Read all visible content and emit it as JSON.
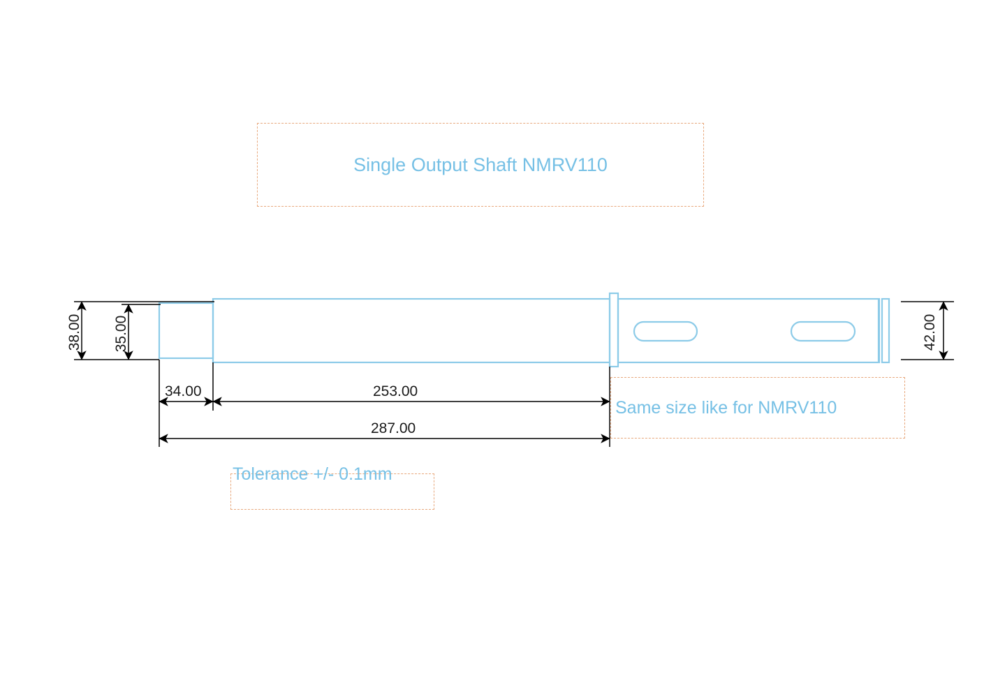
{
  "drawing": {
    "title": "Single Output Shaft  NMRV110",
    "notes": {
      "same_size": "Same size like for NMRV110",
      "tolerance": "Tolerance +/- 0.1mm"
    },
    "colors": {
      "part_outline": "#8CCBE8",
      "note_text": "#76C0E5",
      "note_border": "#E8A87C",
      "dimension": "#000000",
      "background": "#FFFFFF"
    },
    "dimensions": {
      "height_overall_left": "38.00",
      "height_shaft_end": "35.00",
      "height_right": "42.00",
      "length_shaft_end": "34.00",
      "length_body": "253.00",
      "length_total": "287.00"
    }
  },
  "chart_data": {
    "type": "diagram",
    "title": "Single Output Shaft  NMRV110",
    "units": "mm",
    "part": "Single Output Shaft NMRV110",
    "features": [
      {
        "name": "shaft-end-section",
        "length": 34.0,
        "height": 35.0
      },
      {
        "name": "main-body-section",
        "length": 253.0,
        "height": 38.0
      },
      {
        "name": "right-section",
        "height": 42.0
      },
      {
        "name": "keyway-1",
        "shape": "rounded-slot"
      },
      {
        "name": "keyway-2",
        "shape": "rounded-slot"
      }
    ],
    "annotations": [
      "Same size like for NMRV110",
      "Tolerance +/- 0.1mm"
    ]
  }
}
